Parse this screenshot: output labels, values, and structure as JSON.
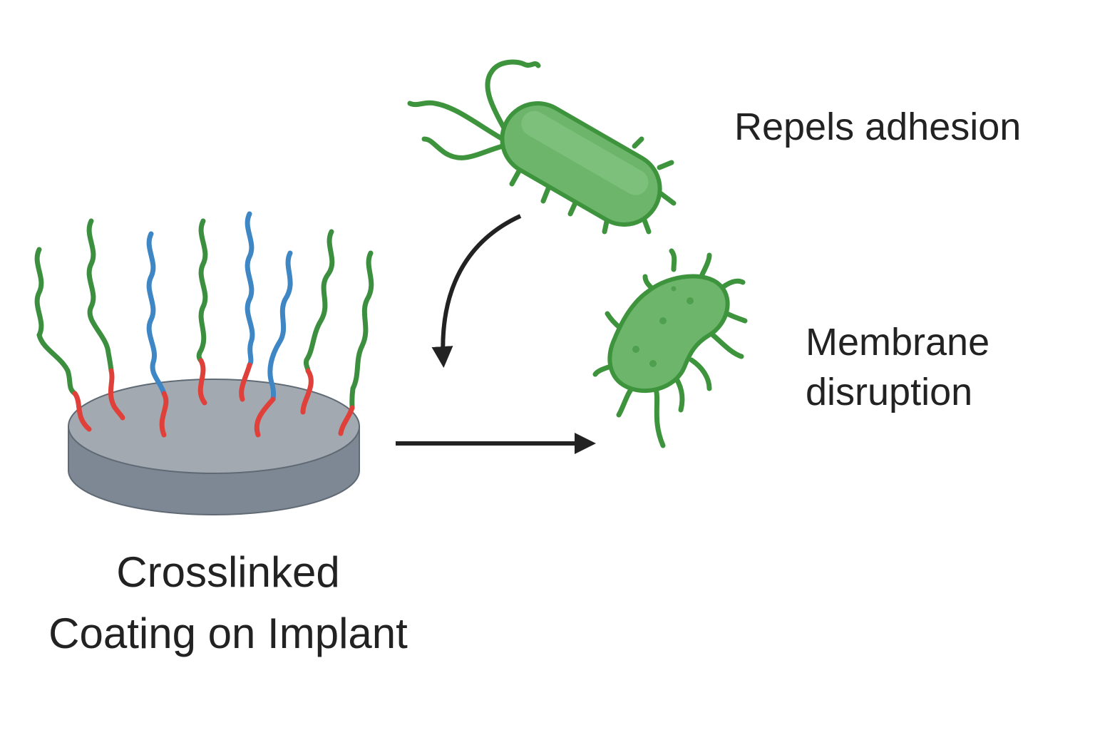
{
  "labels": {
    "repels": "Repels adhesion",
    "membrane_line1": "Membrane",
    "membrane_line2": "disruption",
    "coating_line1": "Crosslinked",
    "coating_line2": "Coating on Implant"
  },
  "colors": {
    "polymer_green": "#3c8f3e",
    "polymer_blue": "#3f86c4",
    "polymer_red": "#e0403a",
    "implant_top": "#a3a9b1",
    "implant_side": "#7d8894",
    "bacteria_fill": "#6cb56b",
    "bacteria_outline": "#3d943d",
    "arrow": "#222222"
  },
  "icons": {
    "implant": "implant-disc-icon",
    "bacterium_top": "rod-bacterium-icon",
    "bacterium_bottom": "disrupted-bacterium-icon",
    "arrow_curved": "curved-arrow-icon",
    "arrow_right": "right-arrow-icon"
  }
}
